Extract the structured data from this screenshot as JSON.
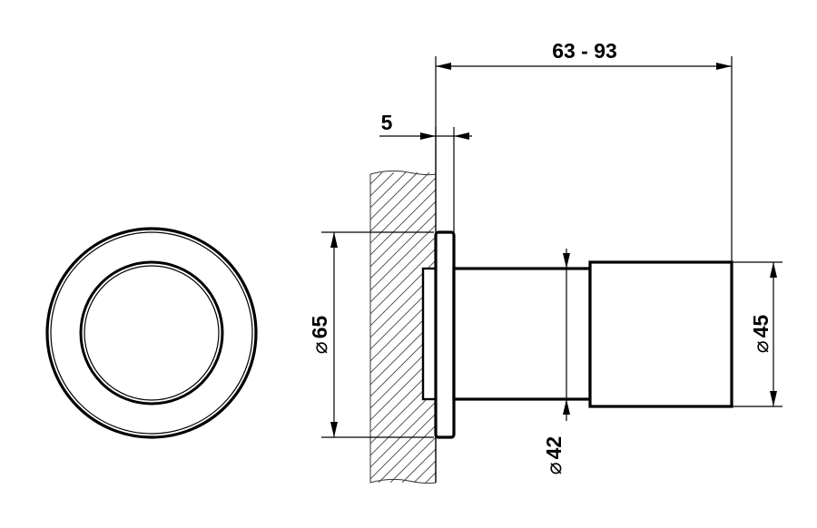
{
  "dimensions": {
    "overall_length": "63 - 93",
    "flange_thickness": "5",
    "flange_diameter": "65",
    "body_diameter": "42",
    "cap_diameter": "45"
  },
  "diameter_symbol": "⌀"
}
